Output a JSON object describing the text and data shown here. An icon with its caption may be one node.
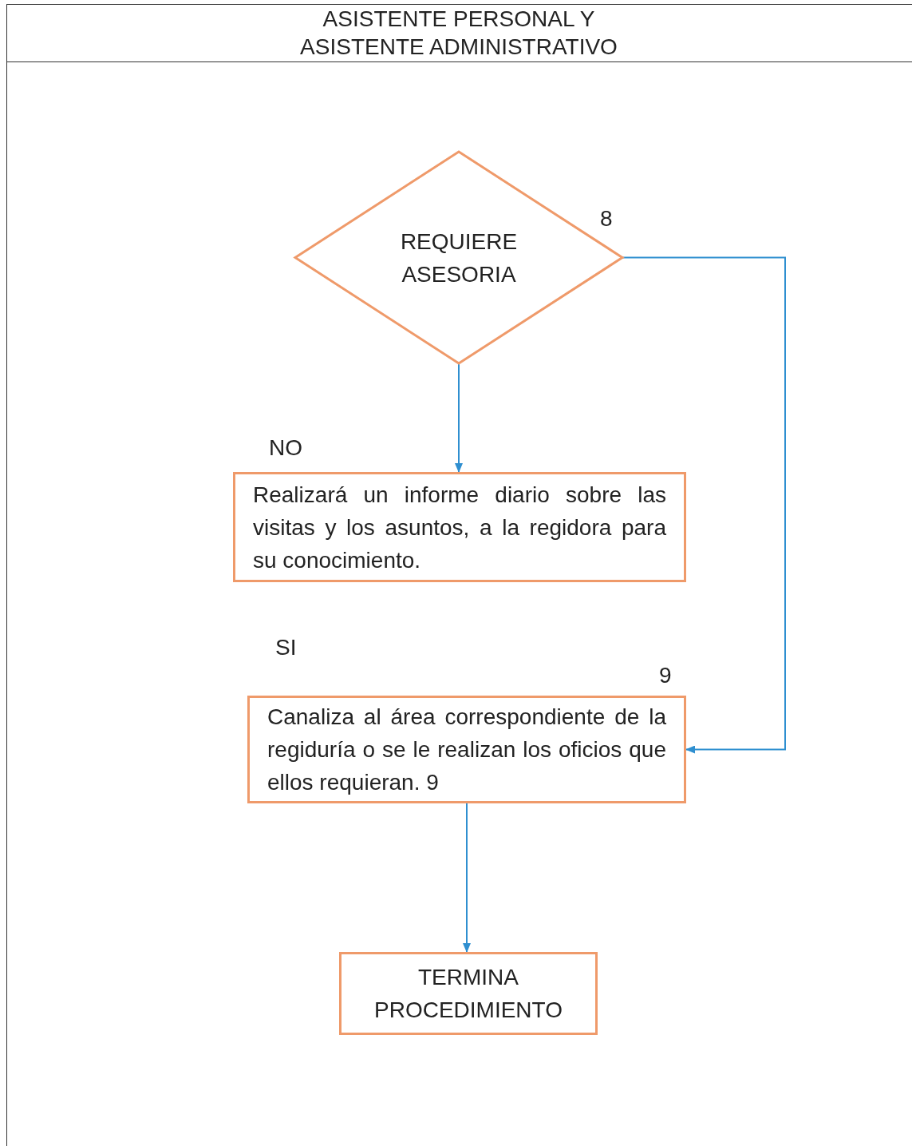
{
  "diagram": {
    "title": "ASISTENTE PERSONAL Y ASISTENTE ADMINISTRATIVO",
    "nodes": [
      {
        "text": [
          "REQUIERE ASESORIA"
        ],
        "beside": [
          "8"
        ]
      },
      {
        "text": [
          "Realizará un informe diario sobre las visitas y los asuntos, a la regidora para su conocimiento."
        ]
      },
      {
        "text": [
          "Canaliza al área correspondiente de la regiduría o se le realizan los oficios que ellos requieran. 9"
        ],
        "beside": [
          "9"
        ]
      },
      {
        "text": [
          "TERMINA PROCEDIMIENTO"
        ]
      }
    ],
    "edges": [
      {
        "from": 0,
        "to": 1,
        "arrow": "to"
      },
      {
        "from": 0,
        "to": 2,
        "arrow": "to"
      },
      {
        "from": 2,
        "to": 3,
        "arrow": "to"
      }
    ],
    "labels": [
      "NO",
      "SI"
    ]
  }
}
